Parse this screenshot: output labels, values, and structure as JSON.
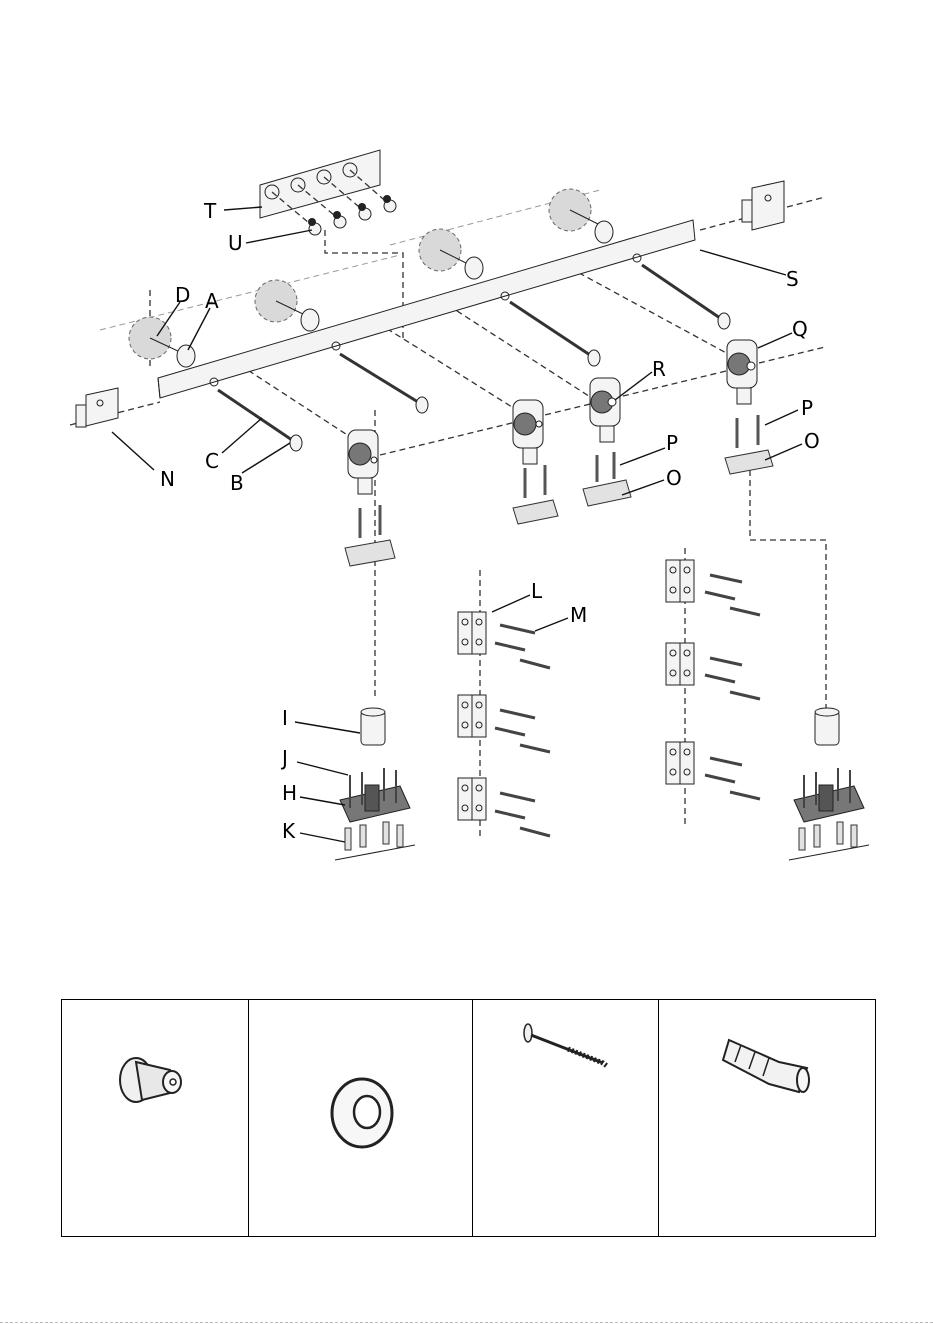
{
  "labels": {
    "A": "A",
    "B": "B",
    "C": "C",
    "D": "D",
    "H": "H",
    "I": "I",
    "J": "J",
    "K": "K",
    "L": "L",
    "M": "M",
    "N": "N",
    "O": "O",
    "P": "P",
    "Q": "Q",
    "R": "R",
    "S": "S",
    "T": "T",
    "U": "U"
  },
  "parts_table": {
    "cells": [
      {
        "icon": "end-stop-icon"
      },
      {
        "icon": "washer-icon"
      },
      {
        "icon": "screw-icon"
      },
      {
        "icon": "wall-plug-icon"
      }
    ]
  }
}
